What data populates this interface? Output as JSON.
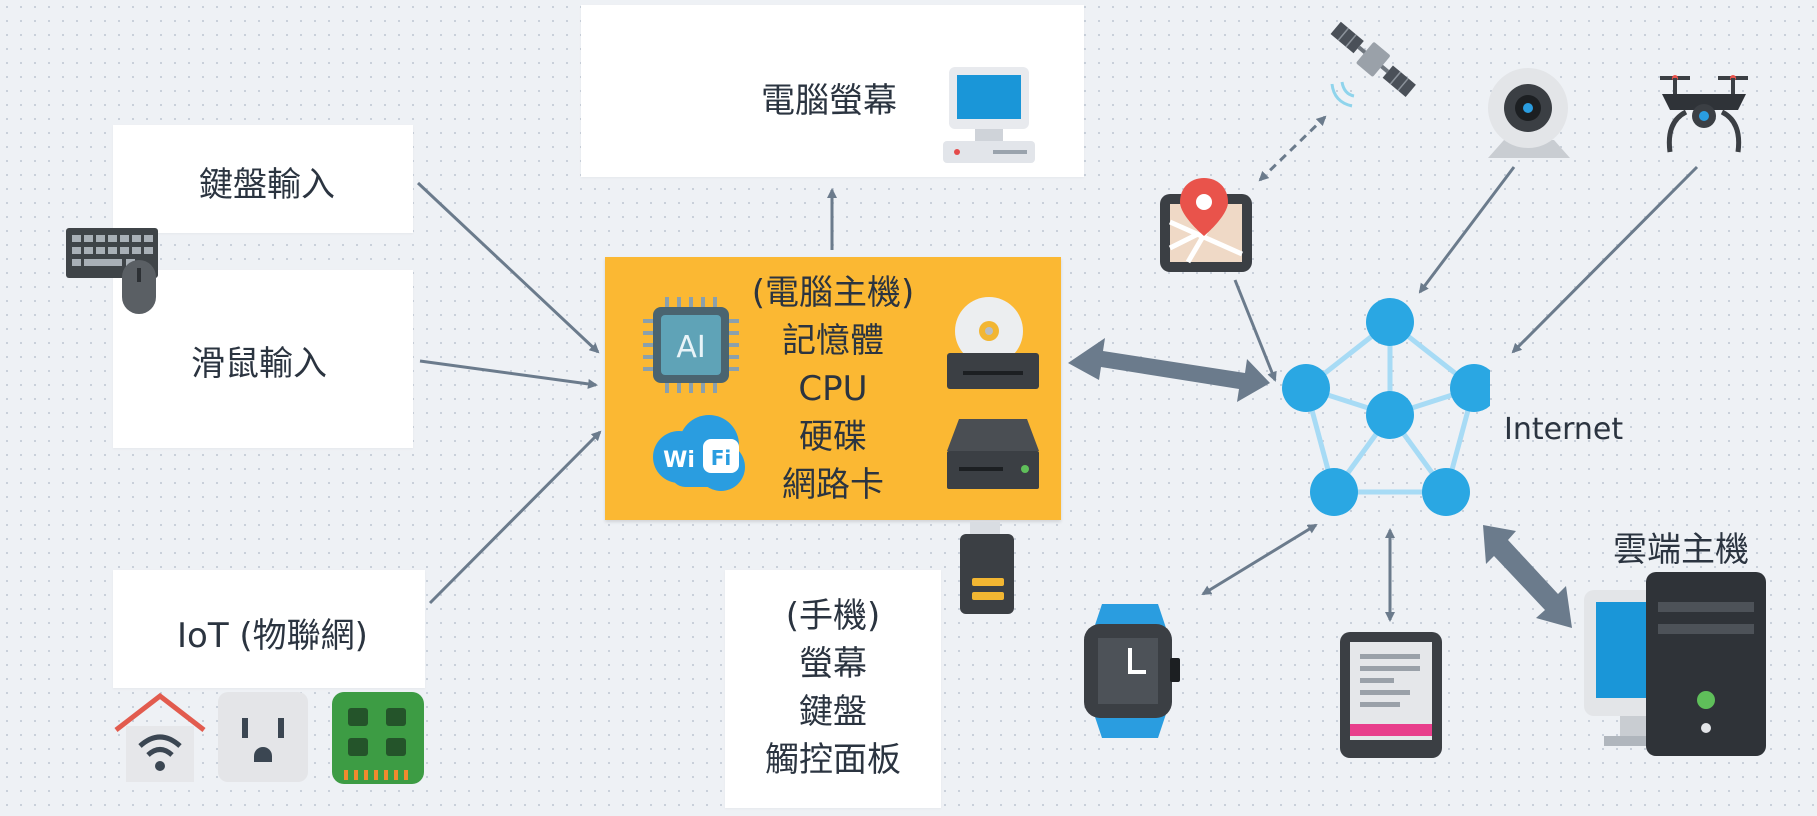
{
  "cards": {
    "monitor_label": "電腦螢幕",
    "keyboard_label": "鍵盤輸入",
    "mouse_label": "滑鼠輸入",
    "iot_label": "IoT (物聯網)",
    "phone_lines": [
      "(手機)",
      "螢幕",
      "鍵盤",
      "觸控面板"
    ]
  },
  "host": {
    "lines": [
      "(電腦主機)",
      "記憶體",
      "CPU",
      "硬碟",
      "網路卡"
    ]
  },
  "network": {
    "internet_label": "Internet",
    "cloud_label": "雲端主機"
  },
  "icons": {
    "chip_text": "AI",
    "wifi_text_left": "Wi",
    "wifi_text_right": "Fi"
  },
  "colors": {
    "host_bg": "#fbb833",
    "node": "#2aa7e3",
    "edge": "#a7dbf5",
    "arrow": "#6b7b8c"
  }
}
